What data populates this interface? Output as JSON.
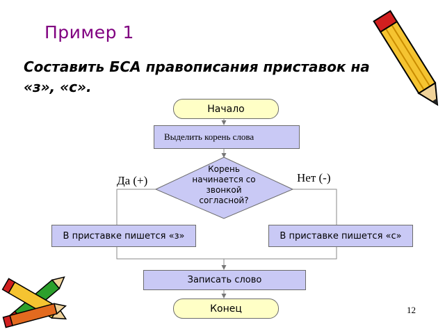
{
  "slide": {
    "title": "Пример 1",
    "task": "Составить БСА правописания приставок на «з», «с».",
    "page_number": "12"
  },
  "flowchart": {
    "start": "Начало",
    "step1": "Выделить корень слова",
    "decision": "Корень начинается со звонкой согласной?",
    "yes_label": "Да (+)",
    "no_label": "Нет (-)",
    "yes_action": "В приставке пишется «з»",
    "no_action": "В приставке пишется «с»",
    "step_write": "Записать слово",
    "end": "Конец"
  },
  "decorations": {
    "pencil_top_right": "pencil-icon",
    "pencils_bottom_left": "pencils-icon"
  }
}
